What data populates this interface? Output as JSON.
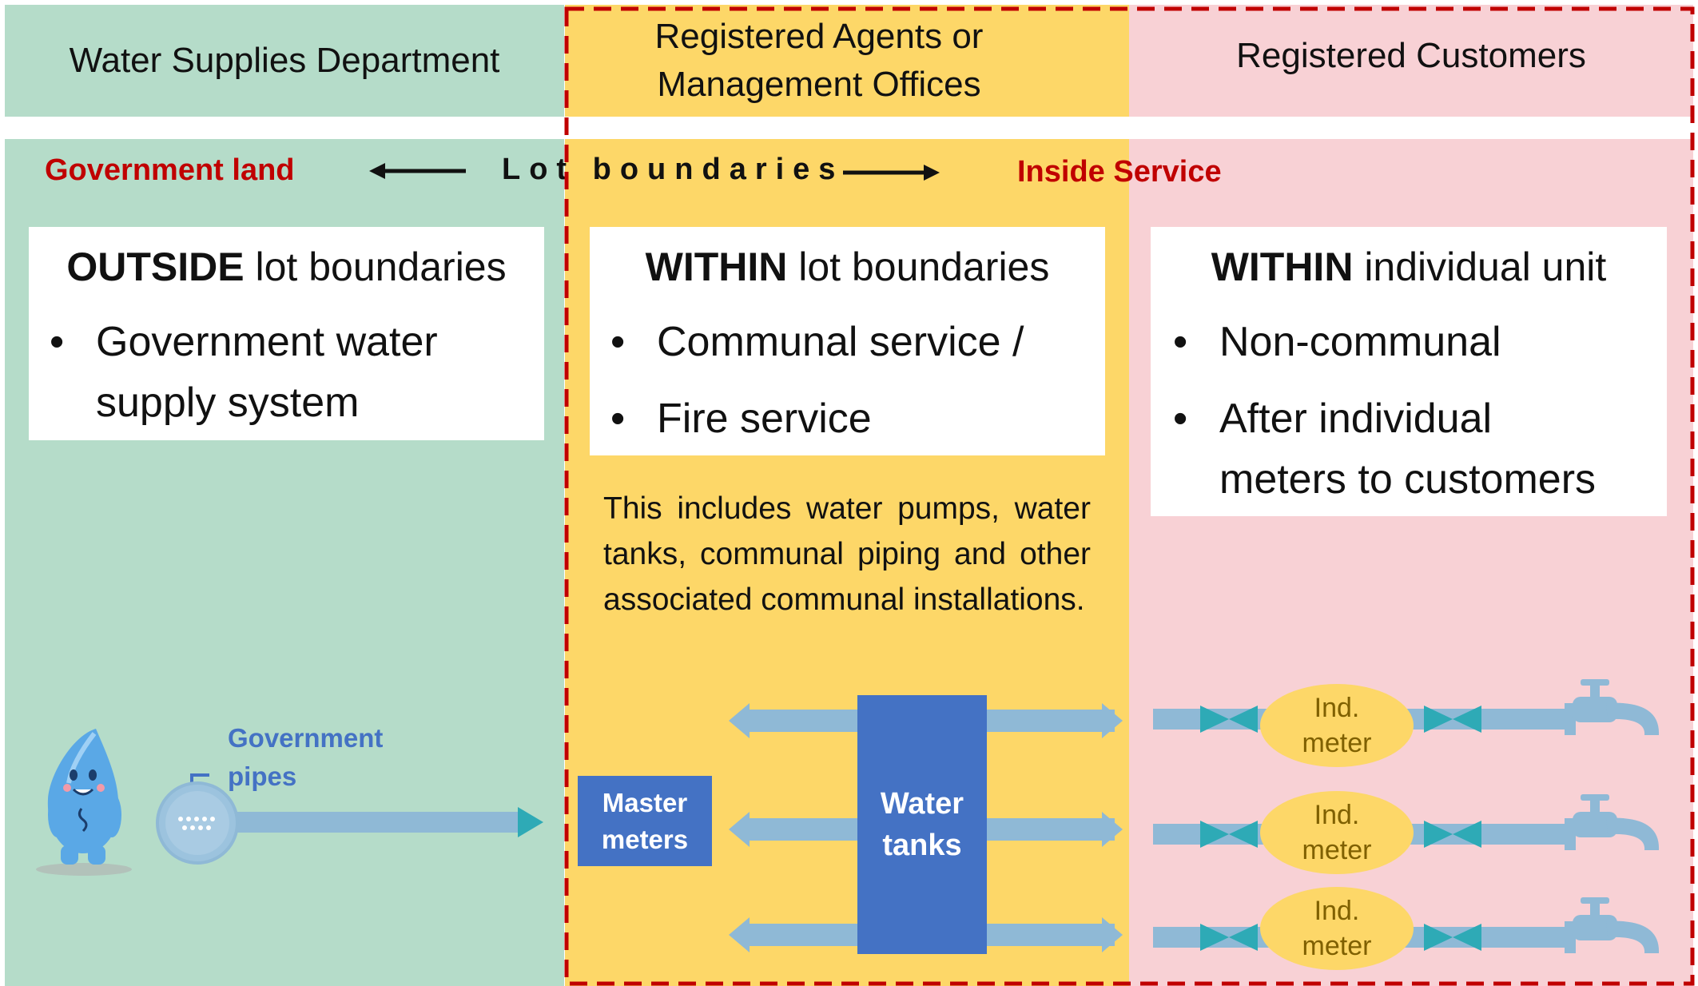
{
  "columns": {
    "left_header": "Water Supplies Department",
    "middle_header": "Registered Agents or\nManagement Offices",
    "right_header": "Registered Customers"
  },
  "boundary_row": {
    "left_label": "Government land",
    "center_label": "Lot boundaries",
    "right_label": "Inside Service"
  },
  "boxes": {
    "outside": {
      "bold": "OUTSIDE",
      "rest": " lot boundaries",
      "bullets": [
        "Government water\nsupply system"
      ]
    },
    "within_lot": {
      "bold": "WITHIN",
      "rest": " lot boundaries",
      "bullets": [
        "Communal service /",
        "Fire service"
      ]
    },
    "within_unit": {
      "bold": "WITHIN",
      "rest": " individual unit",
      "bullets": [
        "Non-communal",
        "After individual\nmeters to customers"
      ]
    }
  },
  "description": "This includes water pumps, water tanks, communal piping and other associated communal installations.",
  "labels": {
    "government_pipes": "Government\npipes",
    "master_meters": "Master\nmeters",
    "water_tanks": "Water\ntanks",
    "meters": [
      "Ind.\nmeter",
      "Ind.\nmeter",
      "Ind.\nmeter"
    ]
  },
  "colors": {
    "green": "#b5dcc9",
    "yellow": "#fdd768",
    "pink": "#f8d1d5",
    "red_boundary": "#c00000",
    "blue": "#4472c4",
    "pipe": "#8fb9d6",
    "valve": "#2eaab6"
  },
  "icons": [
    "mascot-icon",
    "pipe-valve-icon",
    "valve-icon",
    "tap-icon"
  ]
}
